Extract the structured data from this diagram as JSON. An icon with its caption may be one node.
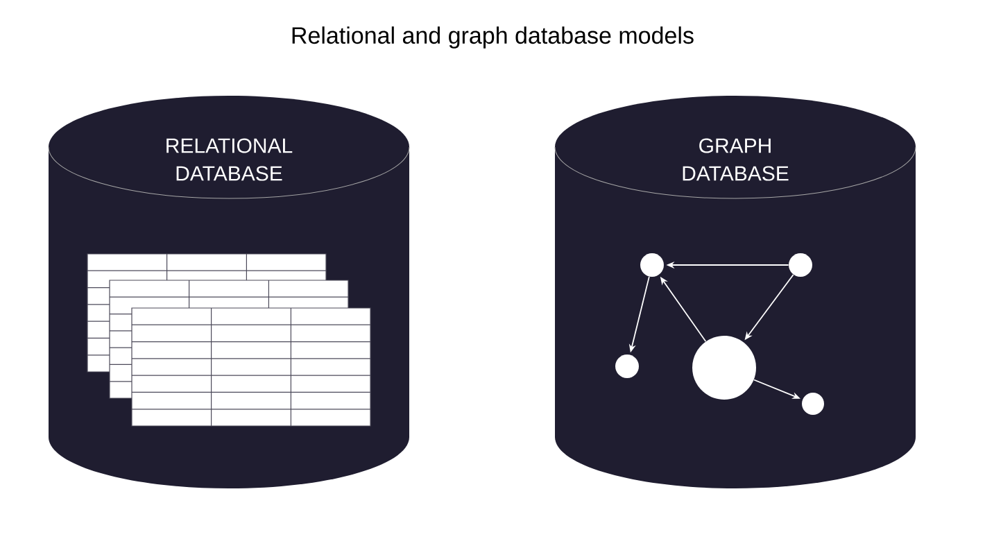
{
  "diagram": {
    "title": "Relational and graph database models",
    "nodes": [
      {
        "text": [
          "RELATIONAL DATABASE"
        ]
      },
      {
        "text": [
          "GRAPH DATABASE"
        ]
      },
      {
        "text": [],
        "shape": "circle",
        "in": 1
      },
      {
        "text": [],
        "shape": "circle",
        "in": 1
      },
      {
        "text": [],
        "shape": "circle",
        "in": 1
      },
      {
        "text": [],
        "shape": "circle",
        "in": 1
      },
      {
        "text": [],
        "shape": "circle",
        "in": 1
      }
    ],
    "edges": [
      {
        "from": 3,
        "to": 2,
        "arrow": "to"
      },
      {
        "from": 2,
        "to": 4,
        "arrow": "to"
      },
      {
        "from": 5,
        "to": 2,
        "arrow": "to"
      },
      {
        "from": 3,
        "to": 5,
        "arrow": "to"
      },
      {
        "from": 5,
        "to": 6,
        "arrow": "to"
      }
    ]
  }
}
